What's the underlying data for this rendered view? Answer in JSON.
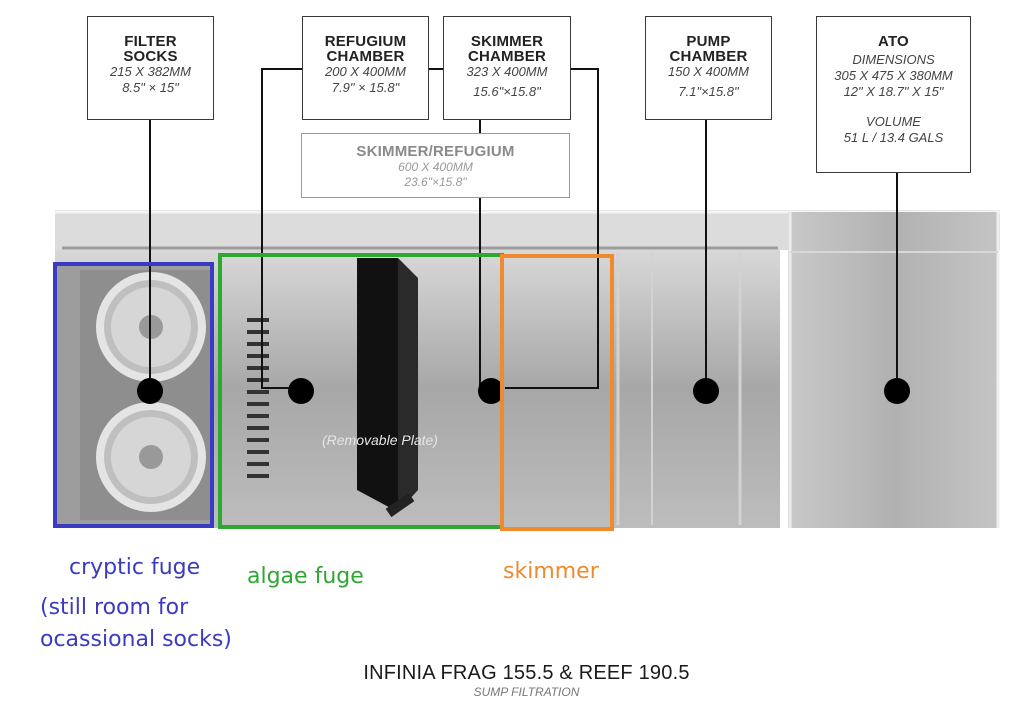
{
  "labels": {
    "filter_socks": {
      "title": [
        "FILTER",
        "SOCKS"
      ],
      "lines": [
        "215 X 382MM",
        "8.5\" × 15\""
      ]
    },
    "refugium": {
      "title": [
        "REFUGIUM",
        "CHAMBER"
      ],
      "lines": [
        "200 X 400MM",
        "7.9\" × 15.8\""
      ]
    },
    "skimmer": {
      "title": [
        "SKIMMER",
        "CHAMBER"
      ],
      "lines": [
        "323 X 400MM",
        "15.6\"×15.8\""
      ]
    },
    "pump": {
      "title": [
        "PUMP",
        "CHAMBER"
      ],
      "lines": [
        "150 X 400MM",
        "7.1\"×15.8\""
      ]
    },
    "ato": {
      "title": "ATO",
      "lines": [
        "DIMENSIONS",
        "305 X 475 X 380MM",
        "12\" X 18.7\" X 15\""
      ],
      "volume_lines": [
        "VOLUME",
        "51 L / 13.4 GALS"
      ]
    }
  },
  "combined": {
    "title": "SKIMMER/REFUGIUM",
    "lines": [
      "600 X 400MM",
      "23.6\"×15.8\""
    ]
  },
  "plate_label": "(Removable Plate)",
  "annotations": {
    "cryptic": {
      "text": "cryptic fuge",
      "color": "#3b3bbf"
    },
    "cryptic_note": {
      "lines": [
        "(still room for",
        "ocassional socks)"
      ],
      "color": "#3b3bbf"
    },
    "algae": {
      "text": "algae fuge",
      "color": "#2ea832"
    },
    "skimmer": {
      "text": "skimmer",
      "color": "#f08a2c"
    }
  },
  "footer": {
    "title": "INFINIA FRAG 155.5 & REEF 190.5",
    "subtitle": "SUMP FILTRATION"
  },
  "colors": {
    "cryptic_box": "#3b3bbf",
    "algae_box": "#2ea832",
    "skimmer_box": "#f08a2c"
  }
}
